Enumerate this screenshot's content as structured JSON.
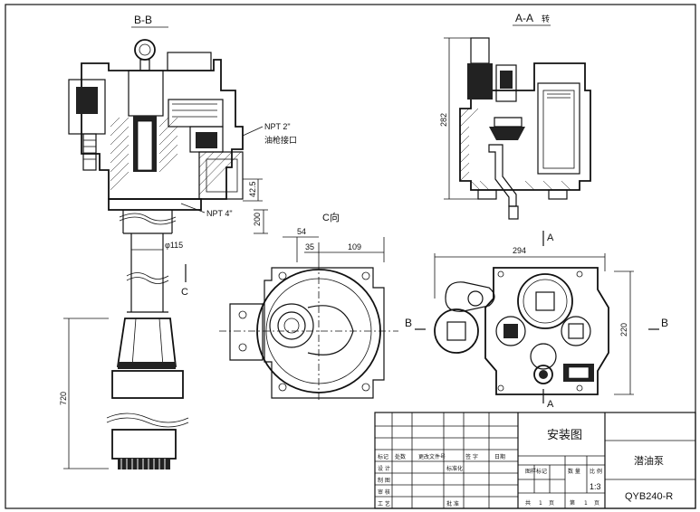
{
  "views": {
    "section_bb": "B-B",
    "section_aa": "A-A",
    "section_aa_suffix": "转",
    "view_c": "C向",
    "marker_c": "C",
    "marker_a_top": "A",
    "marker_a_bottom": "A",
    "marker_b_left": "B",
    "marker_b_right": "B"
  },
  "annotations": {
    "npt2": "NPT 2\"",
    "npt2_note": "油枪接口",
    "npt4": "NPT 4\""
  },
  "dimensions": {
    "d_42_5": "42.5",
    "d_200": "200",
    "d_115": "φ115",
    "d_720": "720",
    "d_282": "282",
    "d_54": "54",
    "d_35": "35",
    "d_109": "109",
    "d_294": "294",
    "d_220": "220"
  },
  "title_block": {
    "drawing_title": "安装图",
    "product_name": "潜油泵",
    "drawing_number": "QYB240-R",
    "row_labels": [
      "标记",
      "处数",
      "更改文件号",
      "签 字",
      "日期"
    ],
    "left_labels": [
      "设 计",
      "制 图",
      "审 核",
      "工 艺"
    ],
    "std_label": "标准化",
    "approve_label": "批 准",
    "stage_label": "图样标记",
    "weight_label": "数 量",
    "scale_label": "比 例",
    "scale_value": "1:3",
    "sheets_total_pre": "共",
    "sheets_total": "1",
    "sheets_word": "页",
    "sheet_no_pre": "第",
    "sheet_no": "1",
    "sheet_no_word": "页"
  }
}
